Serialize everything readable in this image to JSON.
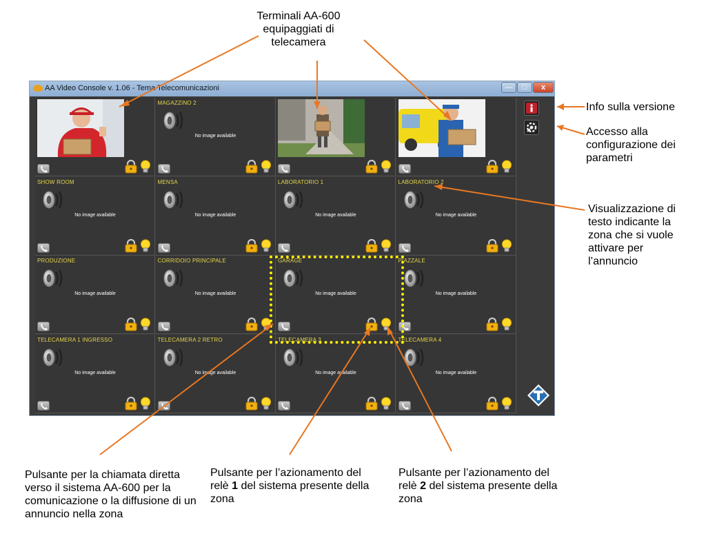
{
  "window": {
    "title": "AA Video Console v. 1.06 - Tema Telecomunicazioni",
    "min_label": "—",
    "max_label": "□",
    "close_label": "x"
  },
  "no_image_text": "No image available",
  "zones": [
    {
      "label": "",
      "photo": "delivery-man-red"
    },
    {
      "label": "MAGAZZINO 2"
    },
    {
      "label": "",
      "photo": "courier-doorstep"
    },
    {
      "label": "",
      "photo": "courier-van"
    },
    {
      "label": "SHOW ROOM"
    },
    {
      "label": "MENSA"
    },
    {
      "label": "LABORATORIO 1"
    },
    {
      "label": "LABORATORIO 2"
    },
    {
      "label": "PRODUZIONE"
    },
    {
      "label": "CORRIDOIO PRINCIPALE"
    },
    {
      "label": "GARAGE"
    },
    {
      "label": "PIAZZALE"
    },
    {
      "label": "TELECAMERA 1 INGRESSO"
    },
    {
      "label": "TELECAMERA 2 RETRO"
    },
    {
      "label": "TELECAMERA 3"
    },
    {
      "label": "TELECAMERA 4"
    }
  ],
  "annotations": {
    "terminals": "Terminali AA-600 equipaggiati di telecamera",
    "info": "Info sulla versione",
    "config": "Accesso alla configurazione dei parametri",
    "zone_text": "Visualizzazione di testo indicante la zona che si vuole attivare per l’annuncio",
    "call_button": "Pulsante per la chiamata diretta verso il sistema AA-600 per la comunicazione o la diffusione di un annuncio nella zona",
    "relay1_pre": "Pulsante per l’azionamento del relè ",
    "relay1_num": "1",
    "relay1_post": " del sistema presente della zona",
    "relay2_pre": "Pulsante per l’azionamento del relè ",
    "relay2_num": "2",
    "relay2_post": " del sistema presente della zona"
  },
  "colors": {
    "annotation_arrow": "#e87722",
    "zone_label": "#e6d64a",
    "highlight": "#ffee00"
  }
}
